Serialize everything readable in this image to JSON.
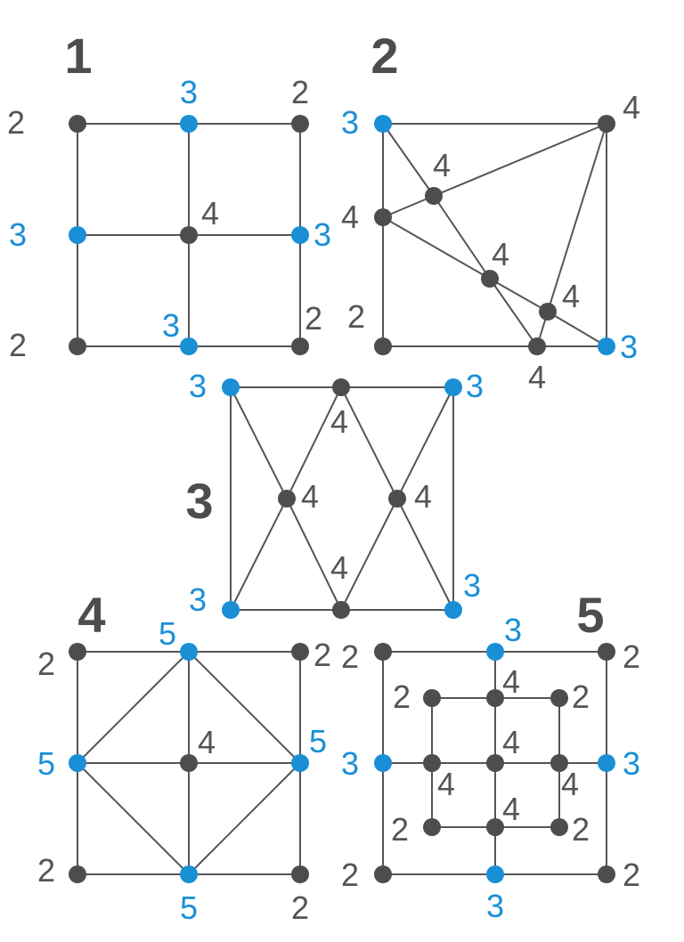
{
  "colors": {
    "dark": "#4d4d4d",
    "blue": "#1a8fd6",
    "edge": "#555555"
  },
  "graphs": [
    {
      "number": "1",
      "nodes": [
        {
          "id": "tl",
          "degree": "2",
          "odd": false
        },
        {
          "id": "tm",
          "degree": "3",
          "odd": true
        },
        {
          "id": "tr",
          "degree": "2",
          "odd": false
        },
        {
          "id": "ml",
          "degree": "3",
          "odd": true
        },
        {
          "id": "c",
          "degree": "4",
          "odd": false
        },
        {
          "id": "mr",
          "degree": "3",
          "odd": true
        },
        {
          "id": "bl",
          "degree": "2",
          "odd": false
        },
        {
          "id": "bm",
          "degree": "3",
          "odd": true
        },
        {
          "id": "br",
          "degree": "2",
          "odd": false
        }
      ],
      "edges": [
        [
          "tl",
          "tm"
        ],
        [
          "tm",
          "tr"
        ],
        [
          "ml",
          "c"
        ],
        [
          "c",
          "mr"
        ],
        [
          "bl",
          "bm"
        ],
        [
          "bm",
          "br"
        ],
        [
          "tl",
          "ml"
        ],
        [
          "ml",
          "bl"
        ],
        [
          "tm",
          "c"
        ],
        [
          "c",
          "bm"
        ],
        [
          "tr",
          "mr"
        ],
        [
          "mr",
          "br"
        ]
      ]
    },
    {
      "number": "2",
      "nodes": [
        {
          "id": "tl",
          "degree": "3",
          "odd": true
        },
        {
          "id": "tr",
          "degree": "4",
          "odd": false
        },
        {
          "id": "ml",
          "degree": "4",
          "odd": false
        },
        {
          "id": "a",
          "degree": "4",
          "odd": false
        },
        {
          "id": "b",
          "degree": "4",
          "odd": false
        },
        {
          "id": "c",
          "degree": "4",
          "odd": false
        },
        {
          "id": "bl",
          "degree": "2",
          "odd": false
        },
        {
          "id": "bb",
          "degree": "4",
          "odd": false
        },
        {
          "id": "br",
          "degree": "3",
          "odd": true
        }
      ],
      "edges": [
        [
          "tl",
          "tr"
        ],
        [
          "tl",
          "ml"
        ],
        [
          "ml",
          "bl"
        ],
        [
          "bl",
          "bb"
        ],
        [
          "bb",
          "br"
        ],
        [
          "tr",
          "br"
        ],
        [
          "tl",
          "a"
        ],
        [
          "a",
          "b"
        ],
        [
          "b",
          "bb"
        ],
        [
          "ml",
          "a"
        ],
        [
          "a",
          "tr"
        ],
        [
          "ml",
          "b"
        ],
        [
          "b",
          "c"
        ],
        [
          "c",
          "br"
        ],
        [
          "tr",
          "c"
        ],
        [
          "c",
          "bb"
        ]
      ]
    },
    {
      "number": "3",
      "nodes": [
        {
          "id": "tl",
          "degree": "3",
          "odd": true
        },
        {
          "id": "tm",
          "degree": "4",
          "odd": false
        },
        {
          "id": "tr",
          "degree": "3",
          "odd": true
        },
        {
          "id": "l",
          "degree": "4",
          "odd": false
        },
        {
          "id": "r",
          "degree": "4",
          "odd": false
        },
        {
          "id": "bl",
          "degree": "3",
          "odd": true
        },
        {
          "id": "bm",
          "degree": "4",
          "odd": false
        },
        {
          "id": "br",
          "degree": "3",
          "odd": true
        }
      ],
      "edges": [
        [
          "tl",
          "tm"
        ],
        [
          "tm",
          "tr"
        ],
        [
          "bl",
          "bm"
        ],
        [
          "bm",
          "br"
        ],
        [
          "tl",
          "bl"
        ],
        [
          "tr",
          "br"
        ],
        [
          "tl",
          "l"
        ],
        [
          "l",
          "bm"
        ],
        [
          "tm",
          "l"
        ],
        [
          "l",
          "bl"
        ],
        [
          "tm",
          "r"
        ],
        [
          "r",
          "br"
        ],
        [
          "tr",
          "r"
        ],
        [
          "r",
          "bm"
        ]
      ]
    },
    {
      "number": "4",
      "nodes": [
        {
          "id": "tl",
          "degree": "2",
          "odd": false
        },
        {
          "id": "tm",
          "degree": "5",
          "odd": true
        },
        {
          "id": "tr",
          "degree": "2",
          "odd": false
        },
        {
          "id": "ml",
          "degree": "5",
          "odd": true
        },
        {
          "id": "c",
          "degree": "4",
          "odd": false
        },
        {
          "id": "mr",
          "degree": "5",
          "odd": true
        },
        {
          "id": "bl",
          "degree": "2",
          "odd": false
        },
        {
          "id": "bm",
          "degree": "5",
          "odd": true
        },
        {
          "id": "br",
          "degree": "2",
          "odd": false
        }
      ],
      "edges": [
        [
          "tl",
          "tm"
        ],
        [
          "tm",
          "tr"
        ],
        [
          "ml",
          "c"
        ],
        [
          "c",
          "mr"
        ],
        [
          "bl",
          "bm"
        ],
        [
          "bm",
          "br"
        ],
        [
          "tl",
          "ml"
        ],
        [
          "ml",
          "bl"
        ],
        [
          "tm",
          "c"
        ],
        [
          "c",
          "bm"
        ],
        [
          "tr",
          "mr"
        ],
        [
          "mr",
          "br"
        ],
        [
          "tm",
          "ml"
        ],
        [
          "tm",
          "mr"
        ],
        [
          "ml",
          "bm"
        ],
        [
          "mr",
          "bm"
        ]
      ]
    },
    {
      "number": "5",
      "nodes": [
        {
          "id": "otl",
          "degree": "2",
          "odd": false
        },
        {
          "id": "otm",
          "degree": "3",
          "odd": true
        },
        {
          "id": "otr",
          "degree": "2",
          "odd": false
        },
        {
          "id": "oml",
          "degree": "3",
          "odd": true
        },
        {
          "id": "omr",
          "degree": "3",
          "odd": true
        },
        {
          "id": "obl",
          "degree": "2",
          "odd": false
        },
        {
          "id": "obm",
          "degree": "3",
          "odd": true
        },
        {
          "id": "obr",
          "degree": "2",
          "odd": false
        },
        {
          "id": "itl",
          "degree": "2",
          "odd": false
        },
        {
          "id": "itm",
          "degree": "4",
          "odd": false
        },
        {
          "id": "itr",
          "degree": "2",
          "odd": false
        },
        {
          "id": "iml",
          "degree": "4",
          "odd": false
        },
        {
          "id": "ic",
          "degree": "4",
          "odd": false
        },
        {
          "id": "imr",
          "degree": "4",
          "odd": false
        },
        {
          "id": "ibl",
          "degree": "2",
          "odd": false
        },
        {
          "id": "ibm",
          "degree": "4",
          "odd": false
        },
        {
          "id": "ibr",
          "degree": "2",
          "odd": false
        }
      ],
      "edges": [
        [
          "otl",
          "otm"
        ],
        [
          "otm",
          "otr"
        ],
        [
          "obl",
          "obm"
        ],
        [
          "obm",
          "obr"
        ],
        [
          "otl",
          "oml"
        ],
        [
          "oml",
          "obl"
        ],
        [
          "otr",
          "omr"
        ],
        [
          "omr",
          "obr"
        ],
        [
          "otm",
          "itm"
        ],
        [
          "itm",
          "ic"
        ],
        [
          "ic",
          "ibm"
        ],
        [
          "ibm",
          "obm"
        ],
        [
          "oml",
          "iml"
        ],
        [
          "iml",
          "ic"
        ],
        [
          "ic",
          "imr"
        ],
        [
          "imr",
          "omr"
        ],
        [
          "itl",
          "itm"
        ],
        [
          "itm",
          "itr"
        ],
        [
          "ibl",
          "ibm"
        ],
        [
          "ibm",
          "ibr"
        ],
        [
          "itl",
          "iml"
        ],
        [
          "iml",
          "ibl"
        ],
        [
          "itr",
          "imr"
        ],
        [
          "imr",
          "ibr"
        ]
      ]
    }
  ]
}
